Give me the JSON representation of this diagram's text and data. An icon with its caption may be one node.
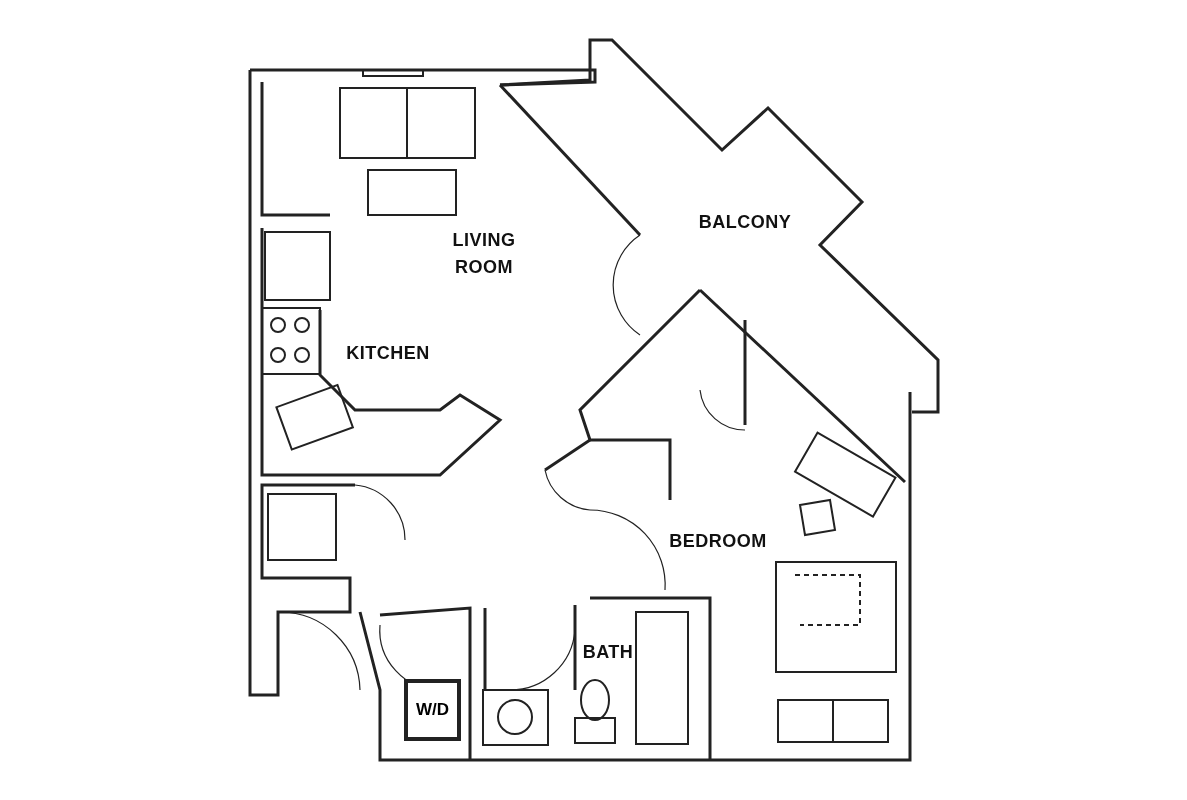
{
  "diagram": {
    "nodes": [
      {
        "text": [
          "W/D"
        ]
      }
    ],
    "labels": [
      "BALCONY",
      "LIVING ROOM",
      "KITCHEN",
      "BEDROOM",
      "BATH"
    ]
  }
}
